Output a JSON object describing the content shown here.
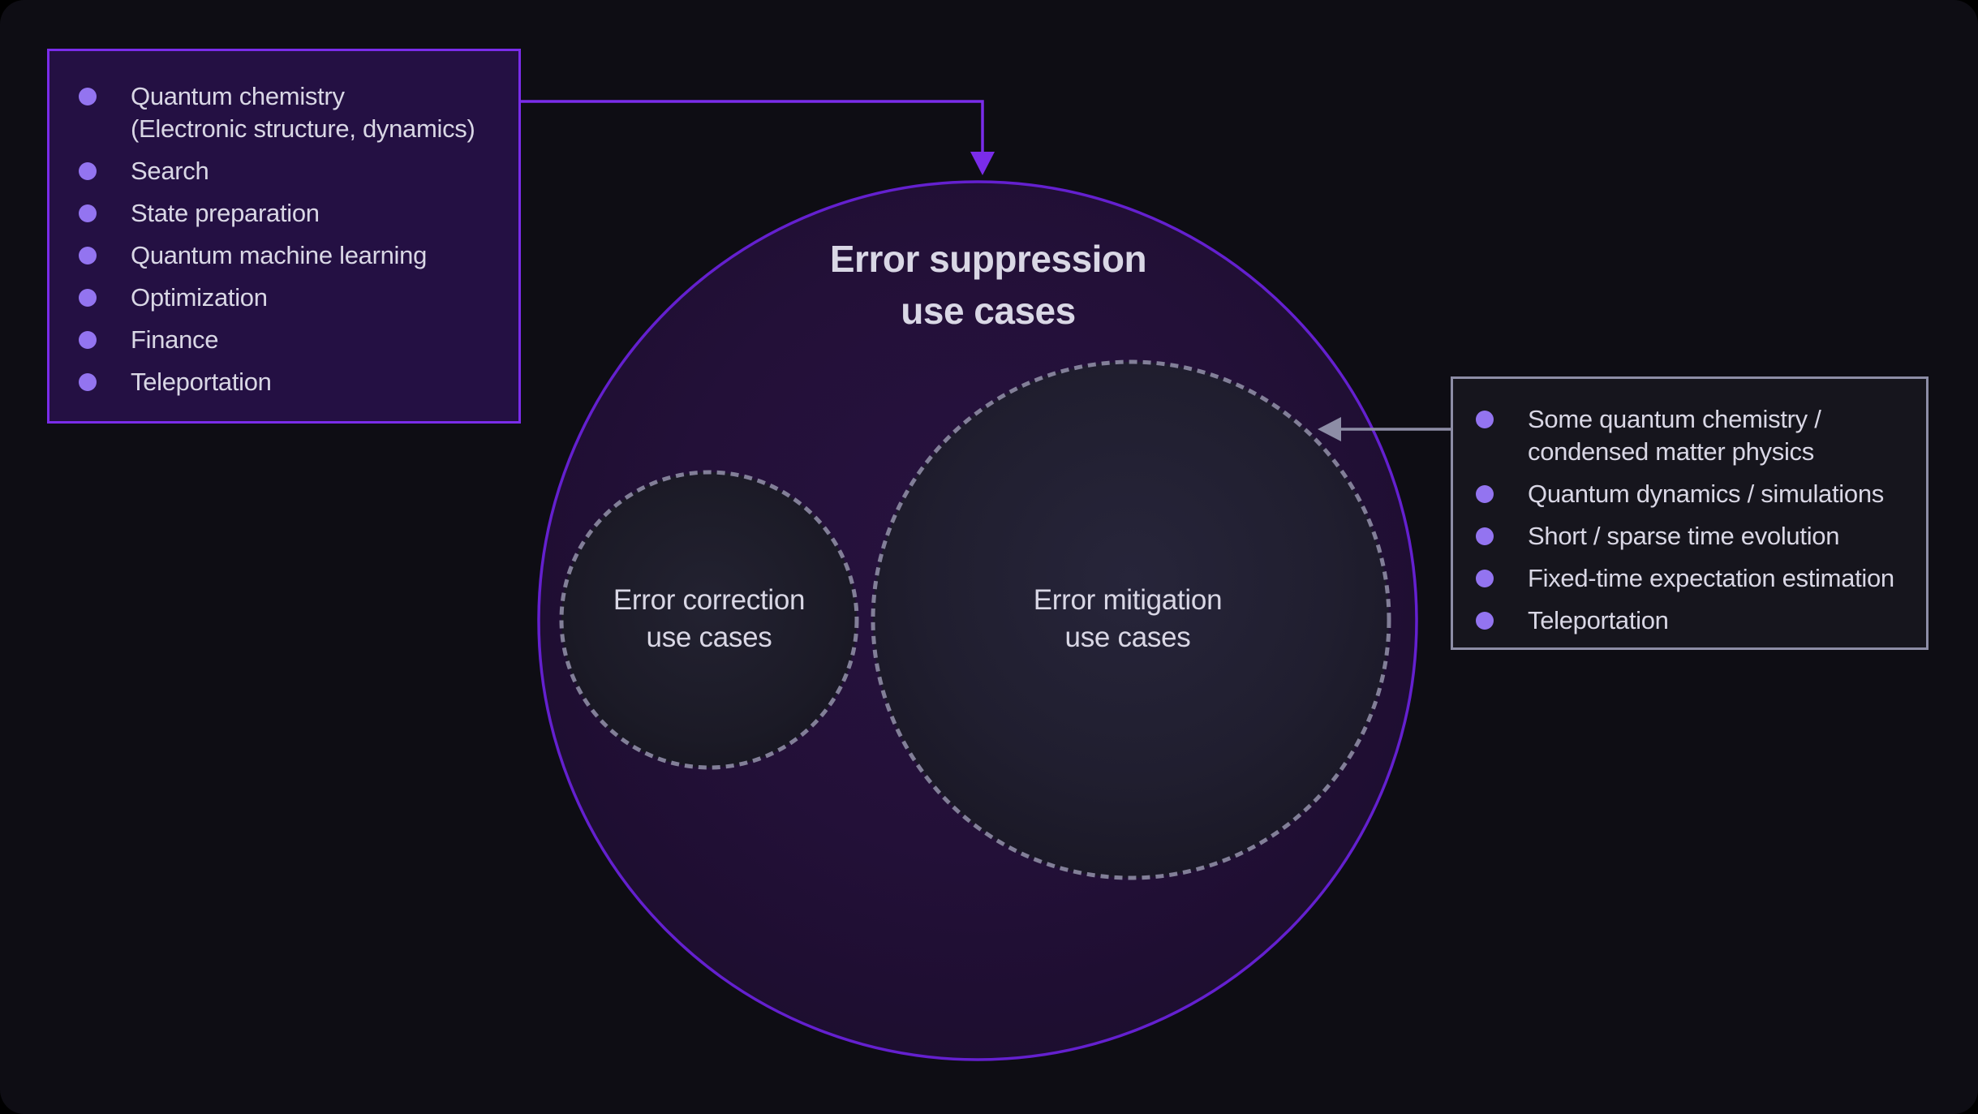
{
  "diagram": {
    "title": "Error suppression\nuse cases",
    "correction_label": "Error correction\nuse cases",
    "mitigation_label": "Error mitigation\nuse cases"
  },
  "left_box": {
    "items": [
      "Quantum chemistry\n(Electronic structure, dynamics)",
      "Search",
      "State preparation",
      "Quantum machine learning",
      "Optimization",
      "Finance",
      "Teleportation"
    ]
  },
  "right_box": {
    "items": [
      "Some quantum chemistry /\ncondensed matter physics",
      "Quantum dynamics / simulations",
      "Short / sparse time evolution",
      "Fixed-time expectation estimation",
      "Teleportation"
    ]
  },
  "icons": {
    "bullet": "filled-circle",
    "arrow_down": "down-arrowhead",
    "arrow_left": "left-arrowhead"
  },
  "colors": {
    "background": "#0e0d14",
    "left_box_bg": "#241043",
    "left_box_border": "#7a2cea",
    "big_circle_stroke": "#6420cf",
    "big_circle_fill": "#231038",
    "dotted_circle_stroke": "#827f98",
    "right_box_bg": "#16151d",
    "right_box_border": "#8d8da6",
    "bullet": "#9374f0",
    "text": "#d9d7e5"
  }
}
